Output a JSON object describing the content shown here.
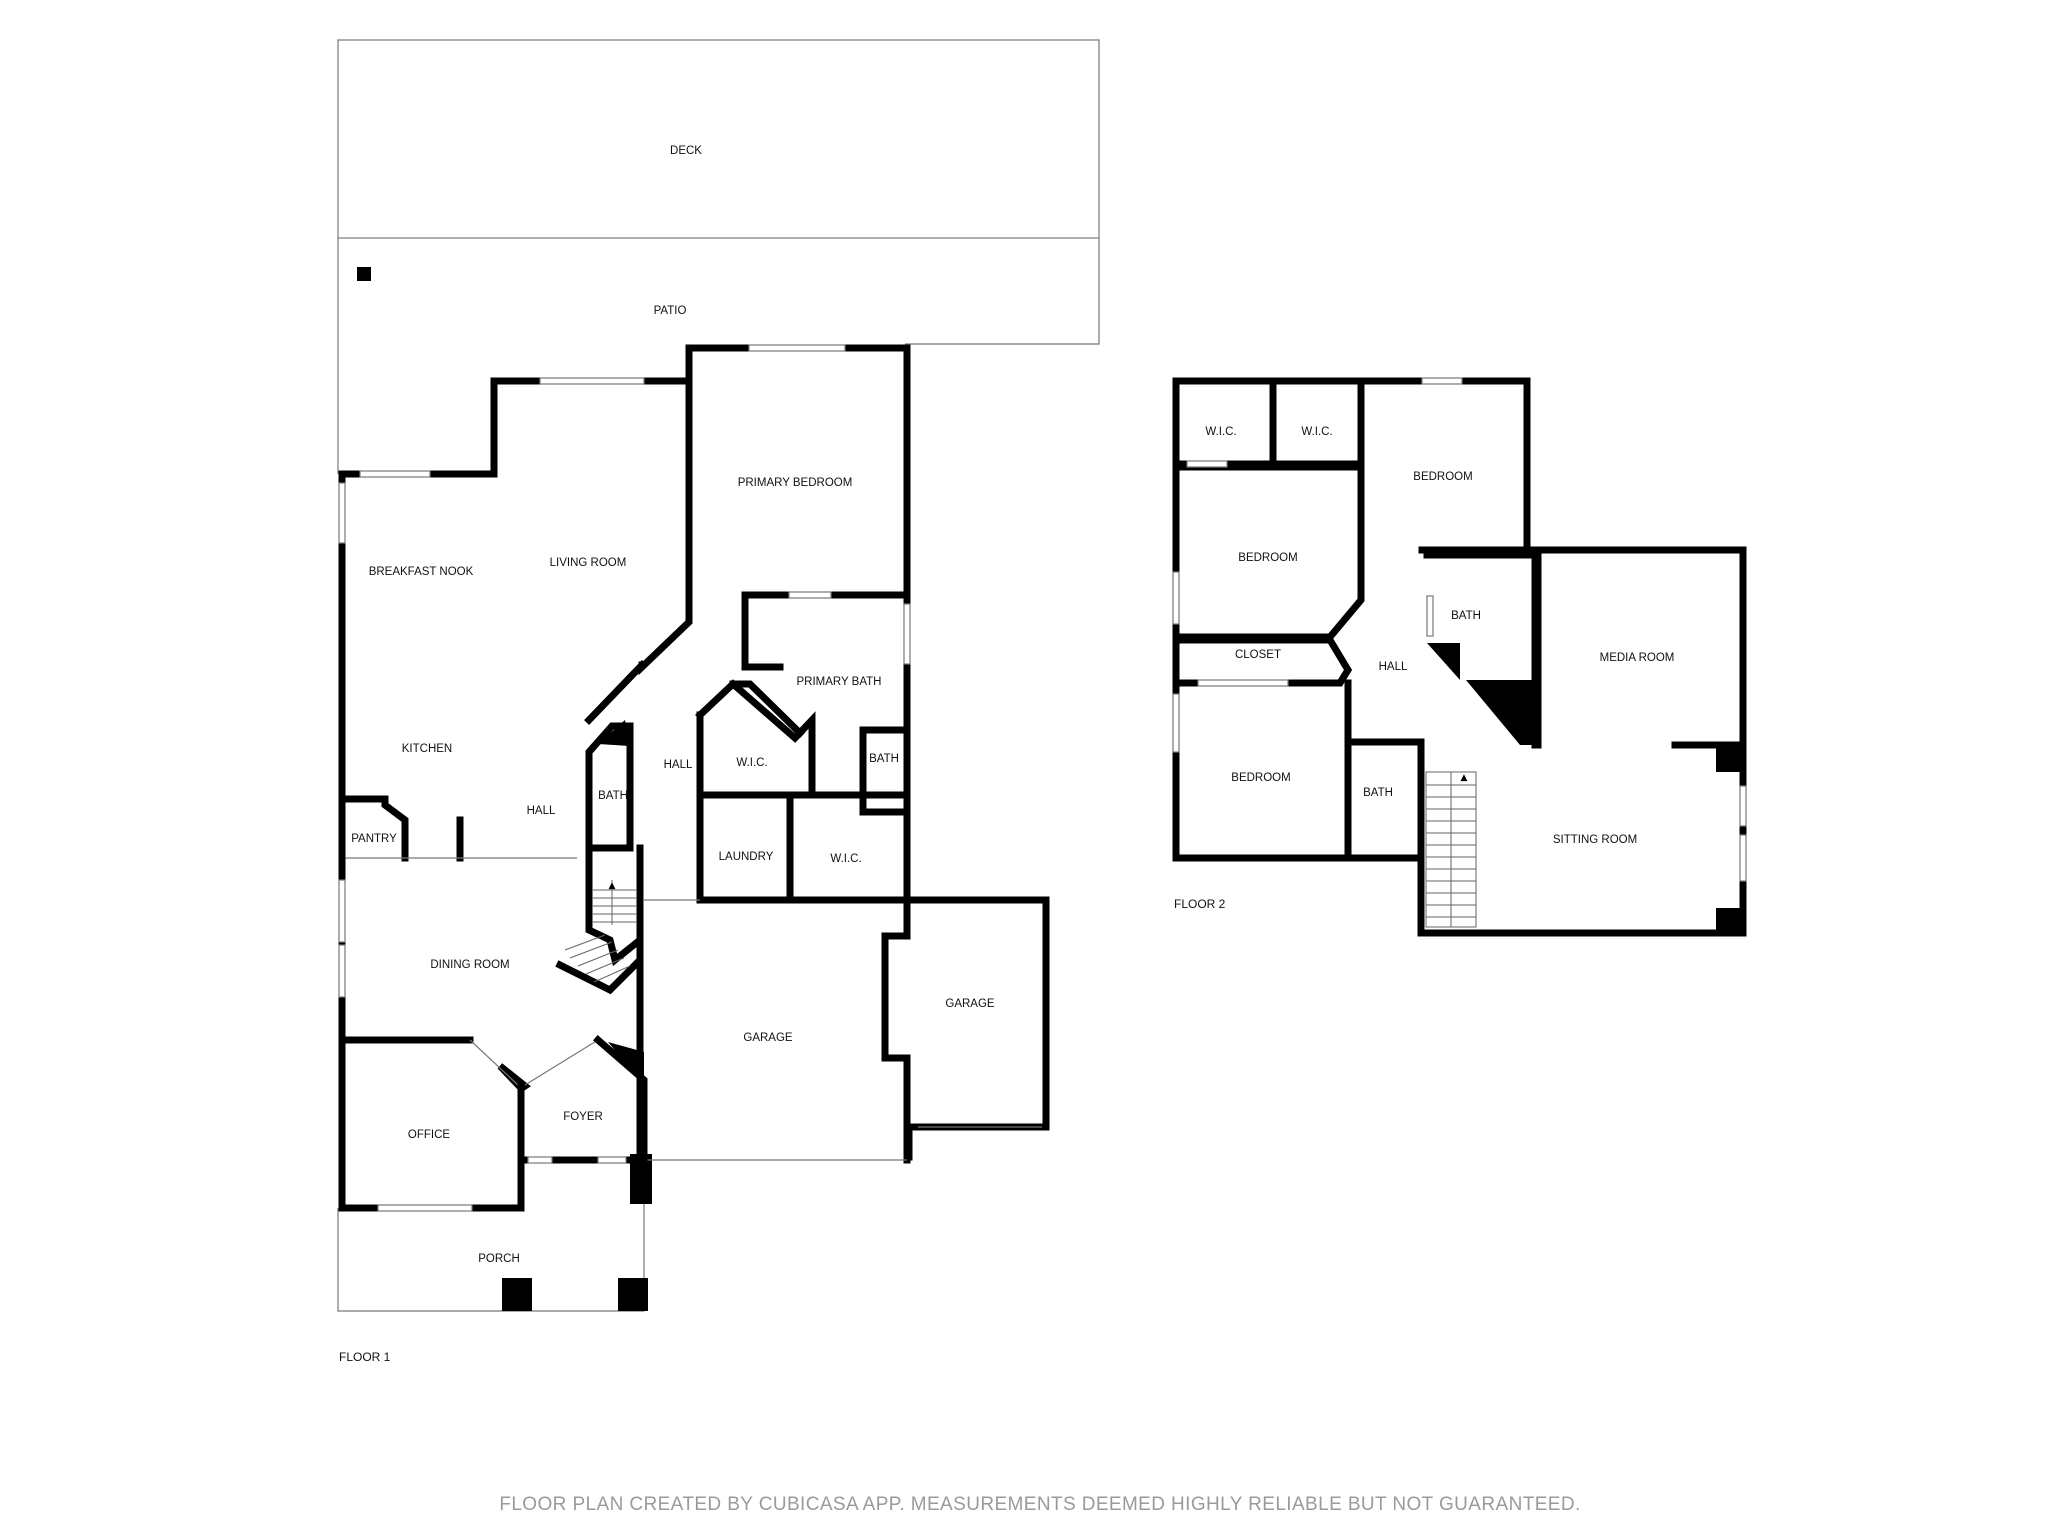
{
  "floor1": {
    "label": "FLOOR 1",
    "rooms": {
      "deck": "DECK",
      "patio": "PATIO",
      "primary_bedroom": "PRIMARY BEDROOM",
      "breakfast_nook": "BREAKFAST NOOK",
      "living_room": "LIVING ROOM",
      "primary_bath": "PRIMARY BATH",
      "kitchen": "KITCHEN",
      "hall_center": "HALL",
      "hall_east": "HALL",
      "wic_a": "W.I.C.",
      "bath_small": "BATH",
      "bath_hall": "BATH",
      "pantry": "PANTRY",
      "laundry": "LAUNDRY",
      "wic_b": "W.I.C.",
      "dining_room": "DINING ROOM",
      "garage_main": "GARAGE",
      "garage_side": "GARAGE",
      "office": "OFFICE",
      "foyer": "FOYER",
      "porch": "PORCH"
    }
  },
  "floor2": {
    "label": "FLOOR 2",
    "rooms": {
      "wic_a": "W.I.C.",
      "wic_b": "W.I.C.",
      "bedroom_ne": "BEDROOM",
      "bedroom_w": "BEDROOM",
      "bath_upper": "BATH",
      "media_room": "MEDIA ROOM",
      "closet": "CLOSET",
      "hall": "HALL",
      "bedroom_sw": "BEDROOM",
      "bath_lower": "BATH",
      "sitting_room": "SITTING ROOM"
    }
  },
  "footer": "FLOOR PLAN CREATED BY CUBICASA APP. MEASUREMENTS DEEMED HIGHLY RELIABLE BUT NOT GUARANTEED.",
  "colors": {
    "walls": "#000000",
    "outline": "#777777",
    "footer_text": "#9a9a9a"
  }
}
